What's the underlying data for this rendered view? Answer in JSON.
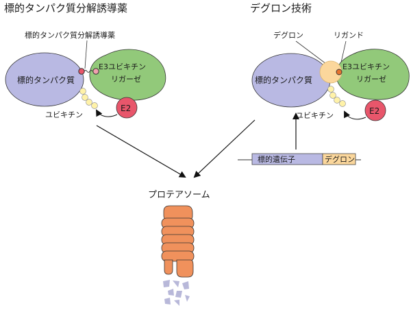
{
  "left_panel": {
    "title": "標的タンパク質分解誘導薬",
    "drug_label": "標的タンパク質分解誘導薬",
    "target_protein": "標的タンパク質",
    "e3_line1": "E3ユビキチン",
    "e3_line2": "リガーゼ",
    "e2": "E2",
    "ubiquitin": "ユビキチン"
  },
  "right_panel": {
    "title": "デグロン技術",
    "degron_label": "デグロン",
    "ligand_label": "リガンド",
    "target_protein": "標的タンパク質",
    "e3_line1": "E3ユビキチン",
    "e3_line2": "リガーゼ",
    "e2": "E2",
    "ubiquitin": "ユビキチン",
    "gene_label": "標的遺伝子",
    "gene_degron_label": "デグロン"
  },
  "center": {
    "proteasome_label": "プロテアソーム"
  },
  "colors": {
    "target_protein": "#b9b9e3",
    "e3_ligase": "#92c97a",
    "e2": "#e8566b",
    "ubiquitin": "#fff2a8",
    "degron": "#fbd79c",
    "proteasome": "#f0915c",
    "fragments": "#b8b8d9",
    "ligand_dot": "#e8732e",
    "gene_bar": "#b9b9e3"
  }
}
